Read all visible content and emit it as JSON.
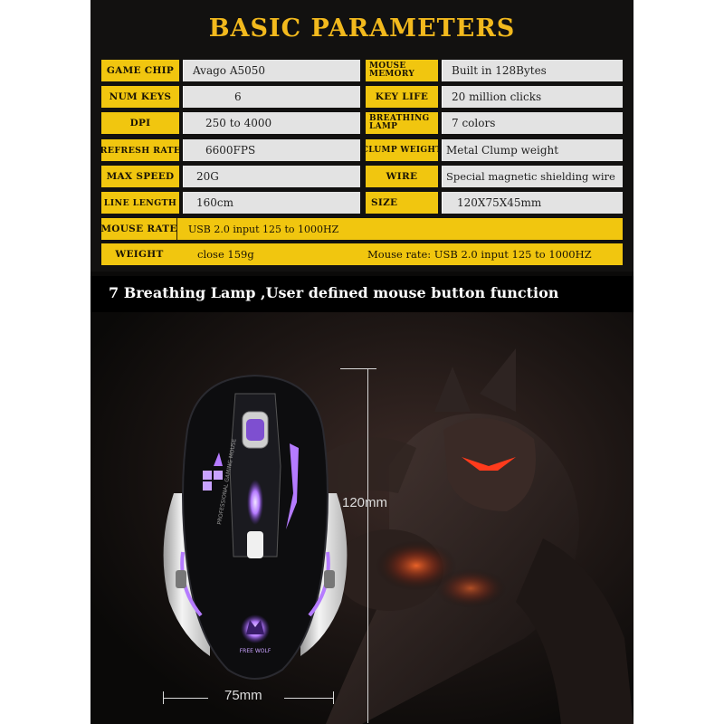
{
  "title": "BASIC PARAMETERS",
  "specs": {
    "game_chip": {
      "label": "GAME CHIP",
      "value": "Avago A5050"
    },
    "mouse_memory": {
      "label": "MOUSE MEMORY",
      "value": "Built in 128Bytes"
    },
    "num_keys": {
      "label": "NUM KEYS",
      "value": "6"
    },
    "key_life": {
      "label": "KEY LIFE",
      "value": "20 million clicks"
    },
    "dpi": {
      "label": "DPI",
      "value": "250 to 4000"
    },
    "breathing_lamp": {
      "label": "BREATHING LAMP",
      "value": "7 colors"
    },
    "refresh_rate": {
      "label": "REFRESH RATE",
      "value": "6600FPS"
    },
    "clump_weight": {
      "label": "CLUMP WEIGHT",
      "value": "Metal Clump weight"
    },
    "max_speed": {
      "label": "MAX SPEED",
      "value": "20G"
    },
    "wire": {
      "label": "WIRE",
      "value": "Special magnetic shielding wire"
    },
    "line_length": {
      "label": "LINE LENGTH",
      "value": "160cm"
    },
    "size": {
      "label": "SIZE",
      "value": "120X75X45mm"
    },
    "mouse_rate": {
      "label": "MOUSE RATE",
      "value": "USB 2.0 input 125 to 1000HZ"
    },
    "weight": {
      "label": "WEIGHT",
      "value": "close 159g"
    },
    "weight_row_note": "Mouse rate:  USB 2.0 input 125 to 1000HZ"
  },
  "tagline": "7 Breathing Lamp ,User defined mouse button function",
  "mouse": {
    "brand_side_text": "PROFESSIONAL GAMING MOUSE",
    "logo_text": "FREE WOLF"
  },
  "dimensions": {
    "height_label": "120mm",
    "width_label": "75mm"
  },
  "colors": {
    "accent_yellow": "#f1c60f",
    "title_gold": "#f2b91d",
    "value_gray": "#e3e3e3",
    "led_purple": "#b57bff"
  }
}
